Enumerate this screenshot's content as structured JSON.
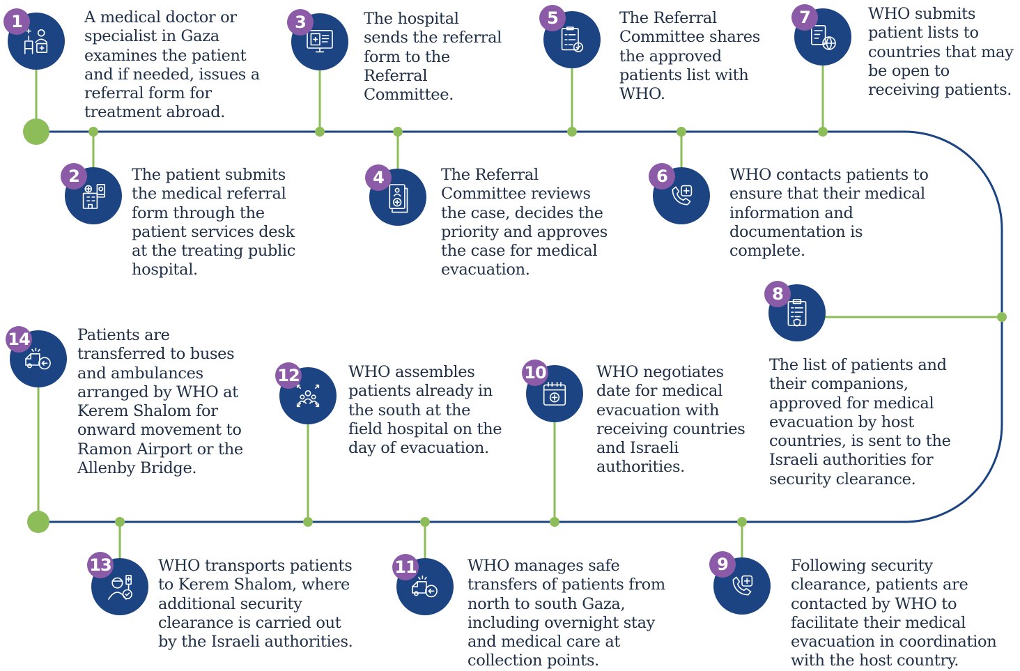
{
  "colors": {
    "navy": "#1c4483",
    "green": "#8cbd59",
    "purple": "#8c5ba8",
    "text": "#1f2f46"
  },
  "steps": [
    {
      "number": "1",
      "icon": "doctor-examining-patient-icon",
      "text": "A medical doctor or specialist in Gaza examines the patient and if needed, issues a referral form for treatment abroad."
    },
    {
      "number": "2",
      "icon": "hospital-services-desk-icon",
      "text": "The patient submits the medical referral form through the patient services desk at the treating public hospital."
    },
    {
      "number": "3",
      "icon": "online-referral-form-icon",
      "text": "The hospital sends the referral form to the Referral Committee."
    },
    {
      "number": "4",
      "icon": "case-review-document-icon",
      "text": "The Referral Committee reviews the case, decides the priority and approves the case for medical evacuation."
    },
    {
      "number": "5",
      "icon": "approved-checklist-icon",
      "text": "The Referral Committee shares the approved patients list with WHO."
    },
    {
      "number": "6",
      "icon": "medical-phone-call-icon",
      "text": "WHO contacts patients to ensure that their medical information and documentation is complete."
    },
    {
      "number": "7",
      "icon": "global-document-icon",
      "text": "WHO submits patient lists to countries that may be open to receiving patients."
    },
    {
      "number": "8",
      "icon": "clipboard-shield-icon",
      "text": "The list of patients and their companions, approved for medical evacuation by host countries, is sent to the Israeli authorities for security clearance."
    },
    {
      "number": "9",
      "icon": "medical-phone-call-icon",
      "text": "Following security clearance, patients are contacted by WHO to facilitate their medical evacuation in coordination with the host country."
    },
    {
      "number": "10",
      "icon": "medical-calendar-icon",
      "text": "WHO negotiates date for medical evacuation with receiving countries and Israeli authorities."
    },
    {
      "number": "11",
      "icon": "ambulance-icon",
      "text": "WHO manages safe transfers of patients from north to south Gaza, including overnight stay and medical care at collection points."
    },
    {
      "number": "12",
      "icon": "group-gathering-icon",
      "text": "WHO assembles patients already in the south at the field hospital on the day of evacuation."
    },
    {
      "number": "13",
      "icon": "bandaged-patient-check-icon",
      "text": "WHO transports patients to Kerem Shalom, where additional security clearance is carried out by the Israeli authorities."
    },
    {
      "number": "14",
      "icon": "ambulance-icon",
      "text": "Patients are transferred to buses and ambulances arranged by WHO at Kerem Shalom for onward movement to Ramon Airport or the Allenby Bridge."
    }
  ]
}
